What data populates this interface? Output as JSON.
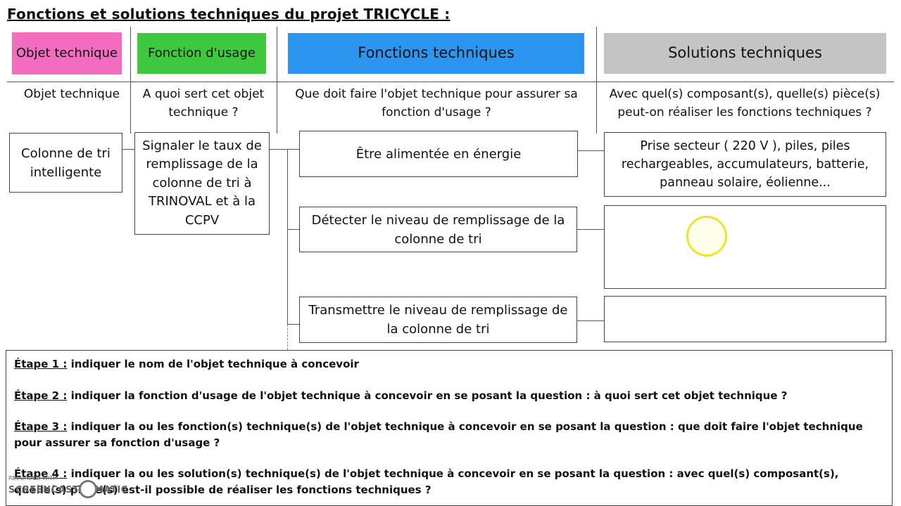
{
  "title": "Fonctions et solutions techniques du projet TRICYCLE :",
  "headers": {
    "objet": "Objet technique",
    "usage": "Fonction d'usage",
    "fonctions": "Fonctions techniques",
    "solutions": "Solutions techniques"
  },
  "subheaders": {
    "objet": "Objet technique",
    "usage": "A quoi sert cet objet technique ?",
    "fonctions": "Que doit faire l'objet technique pour assurer sa fonction d'usage ?",
    "solutions": "Avec quel(s) composant(s), quelle(s) pièce(s) peut-on réaliser les fonctions techniques ?"
  },
  "boxes": {
    "objet": "Colonne de tri intelligente",
    "usage": "Signaler le taux de remplissage de la colonne de tri à TRINOVAL et à la CCPV",
    "ft1": "Être alimentée en énergie",
    "ft2": "Détecter le niveau de remplissage de la colonne de tri",
    "ft3": "Transmettre le niveau de remplissage de la colonne de tri",
    "st1": "Prise secteur ( 220 V ), piles, piles rechargeables, accumulateurs, batterie, panneau solaire, éolienne...",
    "st2": "",
    "st3": ""
  },
  "steps": [
    {
      "label": "Étape 1 :",
      "text": " indiquer le nom de l'objet technique à concevoir"
    },
    {
      "label": "Étape 2 :",
      "text": " indiquer la fonction d'usage de l'objet technique à concevoir en se posant la question : à quoi sert cet objet technique ?"
    },
    {
      "label": "Étape 3 :",
      "text": " indiquer la ou les fonction(s) technique(s) de l'objet technique à concevoir en se posant la question : que doit faire l'objet technique pour assurer sa fonction d'usage ?"
    },
    {
      "label": "Étape 4 :",
      "text": " indiquer la ou les solution(s) technique(s) de l'objet technique à concevoir en se posant la question : avec quel(s) composant(s), quelle(s) pièce(s) est-il possible de réaliser les fonctions techniques ?"
    }
  ],
  "watermark": {
    "small": "RECORDED WITH",
    "brand": "SCREENCAST-O-MATIC"
  },
  "colors": {
    "objet": "#f26cc0",
    "usage": "#3ec83e",
    "fonctions": "#2b95f0",
    "solutions": "#c4c4c4",
    "cursor": "#f0e22a"
  }
}
